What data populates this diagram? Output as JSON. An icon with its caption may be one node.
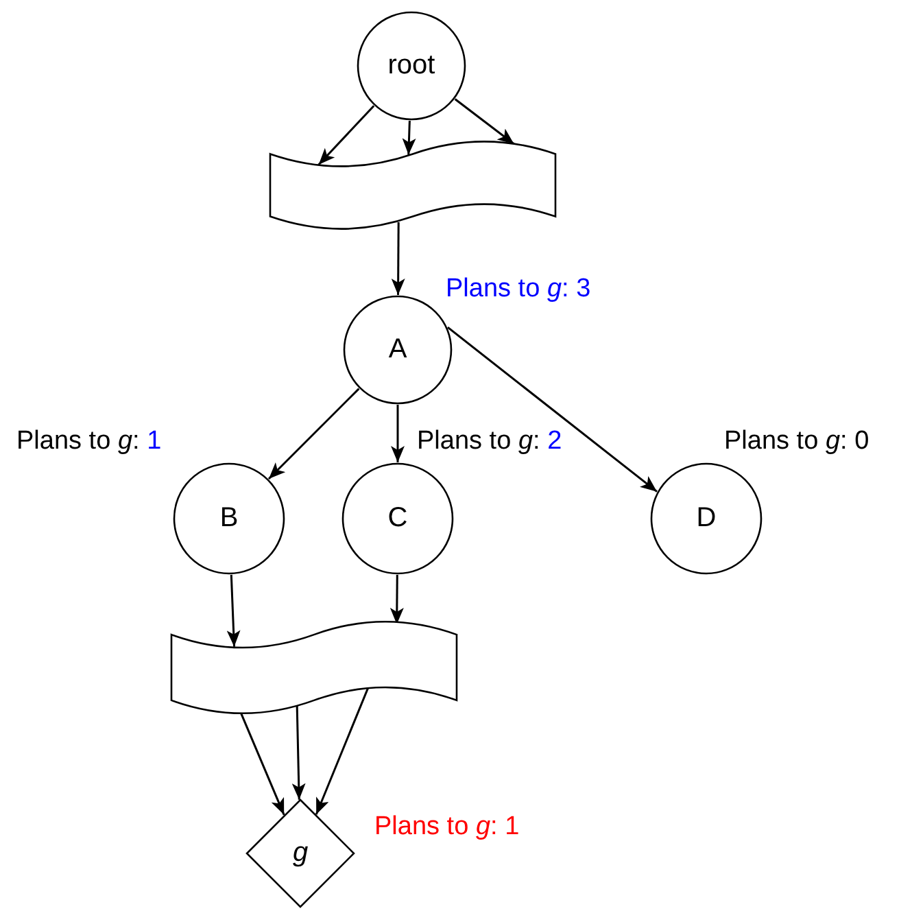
{
  "diagram": {
    "nodes": [
      {
        "text": [
          "root"
        ]
      },
      {
        "text": [],
        "shape": "band"
      },
      {
        "text": [
          "A"
        ],
        "beside": [
          "Plans to *g*: 3"
        ]
      },
      {
        "text": [
          "B"
        ],
        "beside": [
          "Plans to *g*: 1"
        ]
      },
      {
        "text": [
          "C"
        ],
        "beside": [
          "Plans to *g*: 2"
        ]
      },
      {
        "text": [
          "D"
        ],
        "beside": [
          "Plans to *g*: 0"
        ]
      },
      {
        "text": [],
        "shape": "band"
      },
      {
        "text": [
          "g"
        ],
        "beside": [
          "Plans to *g*: 1"
        ]
      }
    ],
    "edges": [
      {
        "from": 0,
        "to": 1,
        "arrow": "to"
      },
      {
        "from": 0,
        "to": 1,
        "arrow": "to"
      },
      {
        "from": 0,
        "to": 1,
        "arrow": "to"
      },
      {
        "from": 1,
        "to": 2,
        "arrow": "to"
      },
      {
        "from": 2,
        "to": 3,
        "arrow": "to"
      },
      {
        "from": 2,
        "to": 4,
        "arrow": "to"
      },
      {
        "from": 2,
        "to": 5,
        "arrow": "to"
      },
      {
        "from": 3,
        "to": 6,
        "arrow": "to"
      },
      {
        "from": 4,
        "to": 6,
        "arrow": "to"
      },
      {
        "from": 6,
        "to": 7,
        "arrow": "to"
      },
      {
        "from": 6,
        "to": 7,
        "arrow": "to"
      },
      {
        "from": 6,
        "to": 7,
        "arrow": "to"
      }
    ]
  }
}
